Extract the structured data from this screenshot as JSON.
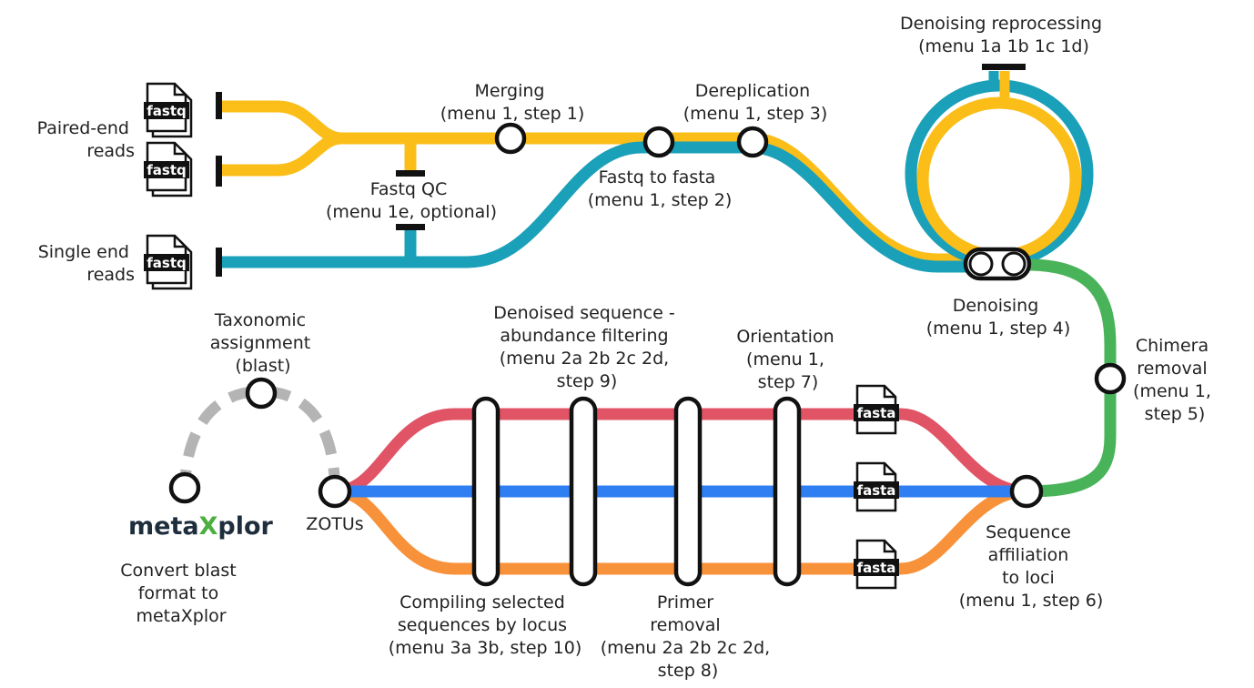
{
  "colors": {
    "yellow": "#fbbd18",
    "teal": "#1aa0b8",
    "green": "#49b35a",
    "red": "#e05466",
    "blue": "#2f7ff2",
    "orange": "#f8923a",
    "grey": "#b4b4b4",
    "black": "#111111"
  },
  "inputs": {
    "paired_end": [
      "Paired-end",
      "reads"
    ],
    "single_end": [
      "Single end",
      "reads"
    ]
  },
  "file_icons": {
    "fastq": "fastq",
    "fasta": "fasta"
  },
  "steps": {
    "merging": [
      "Merging",
      "(menu 1, step 1)"
    ],
    "fastq_qc": [
      "Fastq QC",
      "(menu 1e, optional)"
    ],
    "fastq_to_fasta": [
      "Fastq to fasta",
      "(menu 1, step 2)"
    ],
    "dereplication": [
      "Dereplication",
      "(menu 1, step 3)"
    ],
    "denoising_reprocessing": [
      "Denoising reprocessing",
      "(menu 1a 1b 1c 1d)"
    ],
    "denoising": [
      "Denoising",
      "(menu 1, step 4)"
    ],
    "chimera_removal": [
      "Chimera",
      "removal",
      "(menu 1,",
      "step 5)"
    ],
    "sequence_affiliation": [
      "Sequence",
      "affiliation",
      "to loci",
      "(menu 1, step 6)"
    ],
    "orientation": [
      "Orientation",
      "(menu 1,",
      "step 7)"
    ],
    "primer_removal": [
      "Primer",
      "removal",
      "(menu 2a 2b 2c 2d,",
      "step 8)"
    ],
    "abundance_filtering": [
      "Denoised sequence  -",
      "abundance filtering",
      "(menu 2a 2b 2c 2d,",
      "step 9)"
    ],
    "compiling": [
      "Compiling selected",
      "sequences by locus",
      "(menu 3a 3b, step 10)"
    ],
    "zotus": [
      "ZOTUs"
    ],
    "taxonomic_assignment": [
      "Taxonomic",
      "assignment",
      "(blast)"
    ],
    "convert_blast": [
      "Convert blast",
      "format to",
      "metaXplor"
    ]
  },
  "logo": {
    "prefix": "meta",
    "x": "X",
    "suffix": "plor"
  }
}
